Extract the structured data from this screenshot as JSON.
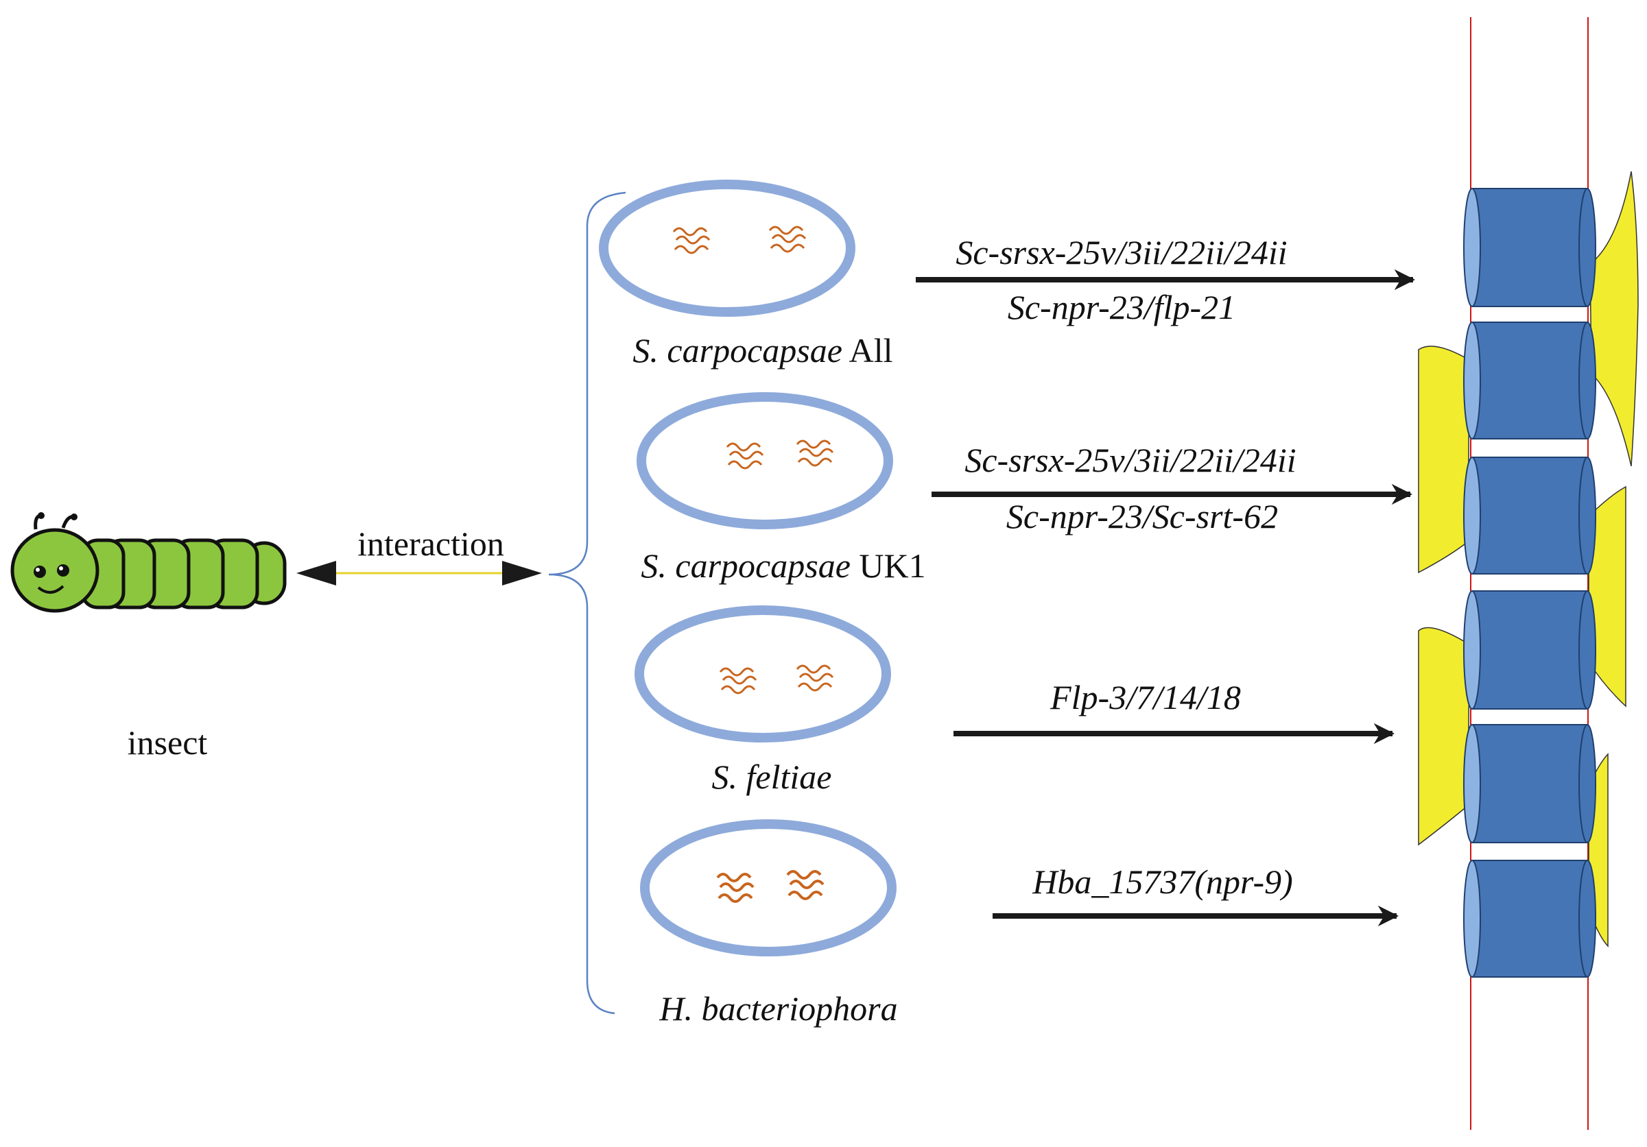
{
  "insect": {
    "label": "insect",
    "interaction_label": "interaction"
  },
  "nematodes": [
    {
      "species": "S. carpocapsae",
      "strain": "All"
    },
    {
      "species": "S. carpocapsae",
      "strain": "UK1"
    },
    {
      "species": "S. feltiae",
      "strain": ""
    },
    {
      "species": "H. bacteriophora",
      "strain": ""
    }
  ],
  "genes": [
    {
      "line1": "Sc-srsx-25v/3ii/22ii/24ii",
      "line2": "Sc-npr-23/flp-21"
    },
    {
      "line1": "Sc-srsx-25v/3ii/22ii/24ii",
      "line2": "Sc-npr-23/Sc-srt-62"
    },
    {
      "line1": "Flp-3/7/14/18",
      "line2": ""
    },
    {
      "line1": "Hba_15737(npr-9)",
      "line2": ""
    }
  ],
  "colors": {
    "caterpillar": "#8cc63f",
    "dish_ring": "#8eaadb",
    "worm": "#c8651e",
    "receptor_blue": "#4675b5",
    "receptor_light": "#8db3e2",
    "ligand_yellow": "#f2ec2e",
    "membrane_line": "#d01515",
    "arrow": "#1a1a1a"
  }
}
